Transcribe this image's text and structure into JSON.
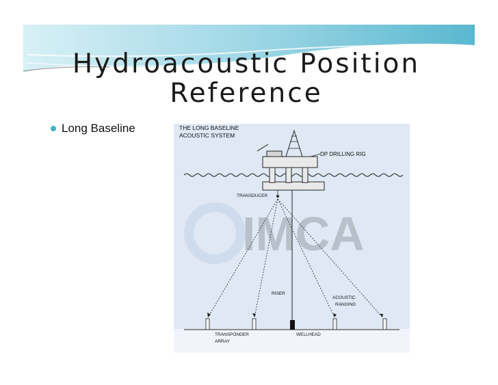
{
  "slide": {
    "title_line1": "Hydroacoustic Position",
    "title_line2": "Reference",
    "bullet": "Long Baseline"
  },
  "figure": {
    "heading_line1": "THE LONG BASELINE",
    "heading_line2": "ACOUSTIC SYSTEM",
    "rig_label": "DP DRILLING RIG",
    "transducer_label": "TRANSDUCER",
    "riser_label": "RISER",
    "acoustic_line1": "ACOUSTIC",
    "acoustic_line2": "RANGING",
    "transponder_line1": "TRANSPONDER",
    "transponder_line2": "ARRAY",
    "wellhead_label": "WELLHEAD",
    "watermark_text": "IMCA"
  },
  "colors": {
    "accent": "#3eb3c9",
    "banner_light": "#bfe6f0",
    "banner_dark": "#5ab8cf",
    "figure_bg": "#dfe8f4"
  }
}
